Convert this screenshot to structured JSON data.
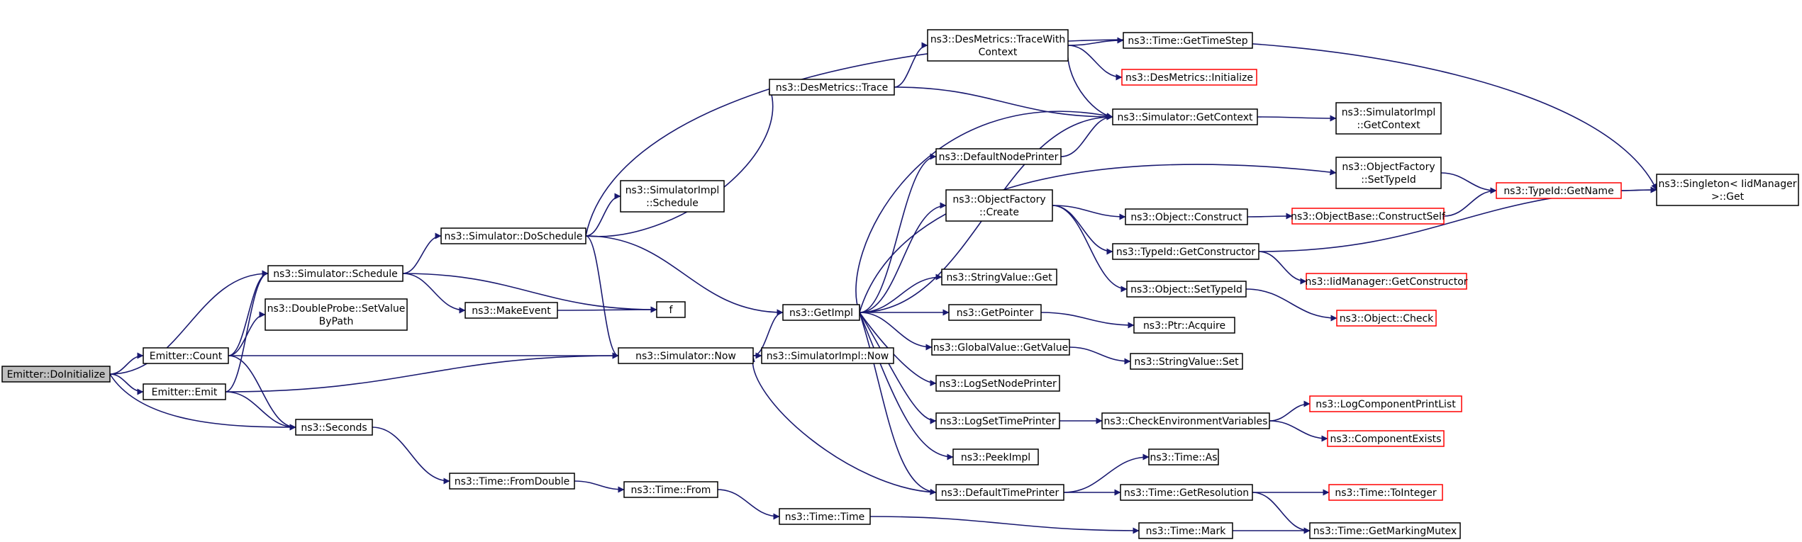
{
  "colors": {
    "edge": "#191970",
    "node_border": "#000000",
    "external_border": "#ff0000",
    "root_fill": "#bfbfbf",
    "node_fill": "#ffffff"
  },
  "nodes": {
    "emitter_doinitialize": {
      "lines": [
        "Emitter::DoInitialize"
      ],
      "style": "root"
    },
    "emitter_count": {
      "lines": [
        "Emitter::Count"
      ],
      "style": "normal"
    },
    "emitter_emit": {
      "lines": [
        "Emitter::Emit"
      ],
      "style": "normal"
    },
    "simulator_schedule": {
      "lines": [
        "ns3::Simulator::Schedule"
      ],
      "style": "normal"
    },
    "doubleprobe_setvaluebypath": {
      "lines": [
        "ns3::DoubleProbe::SetValue",
        "ByPath"
      ],
      "style": "normal"
    },
    "seconds": {
      "lines": [
        "ns3::Seconds"
      ],
      "style": "normal"
    },
    "simulator_doschedule": {
      "lines": [
        "ns3::Simulator::DoSchedule"
      ],
      "style": "normal"
    },
    "makeevent": {
      "lines": [
        "ns3::MakeEvent"
      ],
      "style": "normal"
    },
    "time_fromdouble": {
      "lines": [
        "ns3::Time::FromDouble"
      ],
      "style": "normal"
    },
    "simulatorimpl_schedule": {
      "lines": [
        "ns3::SimulatorImpl",
        "::Schedule"
      ],
      "style": "normal"
    },
    "simulator_now": {
      "lines": [
        "ns3::Simulator::Now"
      ],
      "style": "normal"
    },
    "f": {
      "lines": [
        "f"
      ],
      "style": "normal"
    },
    "time_from": {
      "lines": [
        "ns3::Time::From"
      ],
      "style": "normal"
    },
    "desmetrics_trace": {
      "lines": [
        "ns3::DesMetrics::Trace"
      ],
      "style": "normal"
    },
    "getimpl": {
      "lines": [
        "ns3::GetImpl"
      ],
      "style": "normal"
    },
    "simulatorimpl_now": {
      "lines": [
        "ns3::SimulatorImpl::Now"
      ],
      "style": "normal"
    },
    "time_time": {
      "lines": [
        "ns3::Time::Time"
      ],
      "style": "normal"
    },
    "desmetrics_tracewithcontext": {
      "lines": [
        "ns3::DesMetrics::TraceWith",
        "Context"
      ],
      "style": "normal"
    },
    "defaultnodeprinter": {
      "lines": [
        "ns3::DefaultNodePrinter"
      ],
      "style": "normal"
    },
    "objectfactory_create": {
      "lines": [
        "ns3::ObjectFactory",
        "::Create"
      ],
      "style": "normal"
    },
    "stringvalue_get": {
      "lines": [
        "ns3::StringValue::Get"
      ],
      "style": "normal"
    },
    "getpointer": {
      "lines": [
        "ns3::GetPointer"
      ],
      "style": "normal"
    },
    "globalvalue_getvalue": {
      "lines": [
        "ns3::GlobalValue::GetValue"
      ],
      "style": "normal"
    },
    "logsetnodeprinter": {
      "lines": [
        "ns3::LogSetNodePrinter"
      ],
      "style": "normal"
    },
    "logsettimeprinter": {
      "lines": [
        "ns3::LogSetTimePrinter"
      ],
      "style": "normal"
    },
    "peekimpl": {
      "lines": [
        "ns3::PeekImpl"
      ],
      "style": "normal"
    },
    "defaulttimeprinter": {
      "lines": [
        "ns3::DefaultTimePrinter"
      ],
      "style": "normal"
    },
    "time_gettimestep": {
      "lines": [
        "ns3::Time::GetTimeStep"
      ],
      "style": "normal"
    },
    "desmetrics_initialize": {
      "lines": [
        "ns3::DesMetrics::Initialize"
      ],
      "style": "external"
    },
    "simulator_getcontext": {
      "lines": [
        "ns3::Simulator::GetContext"
      ],
      "style": "normal"
    },
    "object_construct": {
      "lines": [
        "ns3::Object::Construct"
      ],
      "style": "normal"
    },
    "typeid_getconstructor": {
      "lines": [
        "ns3::TypeId::GetConstructor"
      ],
      "style": "normal"
    },
    "object_settypeid": {
      "lines": [
        "ns3::Object::SetTypeId"
      ],
      "style": "normal"
    },
    "ptr_acquire": {
      "lines": [
        "ns3::Ptr::Acquire"
      ],
      "style": "normal"
    },
    "stringvalue_set": {
      "lines": [
        "ns3::StringValue::Set"
      ],
      "style": "normal"
    },
    "checkenvironmentvariables": {
      "lines": [
        "ns3::CheckEnvironmentVariables"
      ],
      "style": "normal"
    },
    "time_as": {
      "lines": [
        "ns3::Time::As"
      ],
      "style": "normal"
    },
    "time_getresolution": {
      "lines": [
        "ns3::Time::GetResolution"
      ],
      "style": "normal"
    },
    "time_mark": {
      "lines": [
        "ns3::Time::Mark"
      ],
      "style": "normal"
    },
    "simulatorimpl_getcontext": {
      "lines": [
        "ns3::SimulatorImpl",
        "::GetContext"
      ],
      "style": "normal"
    },
    "objectfactory_settypeid": {
      "lines": [
        "ns3::ObjectFactory",
        "::SetTypeId"
      ],
      "style": "normal"
    },
    "objectbase_constructself": {
      "lines": [
        "ns3::ObjectBase::ConstructSelf"
      ],
      "style": "external"
    },
    "iidmanager_getconstructor": {
      "lines": [
        "ns3::IidManager::GetConstructor"
      ],
      "style": "external"
    },
    "object_check": {
      "lines": [
        "ns3::Object::Check"
      ],
      "style": "external"
    },
    "logcomponentprintlist": {
      "lines": [
        "ns3::LogComponentPrintList"
      ],
      "style": "external"
    },
    "componentexists": {
      "lines": [
        "ns3::ComponentExists"
      ],
      "style": "external"
    },
    "time_tointeger": {
      "lines": [
        "ns3::Time::ToInteger"
      ],
      "style": "external"
    },
    "time_getmarkingmutex": {
      "lines": [
        "ns3::Time::GetMarkingMutex"
      ],
      "style": "normal"
    },
    "typeid_getname": {
      "lines": [
        "ns3::TypeId::GetName"
      ],
      "style": "external"
    },
    "singleton_iidmanager_get": {
      "lines": [
        "ns3::Singleton< IidManager",
        " >::Get"
      ],
      "style": "normal"
    }
  },
  "edges": [
    [
      "emitter_doinitialize",
      "simulator_schedule"
    ],
    [
      "emitter_doinitialize",
      "emitter_count"
    ],
    [
      "emitter_doinitialize",
      "emitter_emit"
    ],
    [
      "emitter_doinitialize",
      "seconds"
    ],
    [
      "emitter_count",
      "simulator_schedule"
    ],
    [
      "emitter_count",
      "doubleprobe_setvaluebypath"
    ],
    [
      "emitter_count",
      "simulator_now"
    ],
    [
      "emitter_count",
      "seconds"
    ],
    [
      "emitter_emit",
      "simulator_schedule"
    ],
    [
      "emitter_emit",
      "simulator_now"
    ],
    [
      "emitter_emit",
      "seconds"
    ],
    [
      "simulator_schedule",
      "simulator_doschedule"
    ],
    [
      "simulator_schedule",
      "makeevent"
    ],
    [
      "simulator_schedule",
      "f"
    ],
    [
      "simulator_doschedule",
      "desmetrics_trace"
    ],
    [
      "simulator_doschedule",
      "simulatorimpl_schedule"
    ],
    [
      "simulator_doschedule",
      "simulator_now"
    ],
    [
      "simulator_doschedule",
      "getimpl"
    ],
    [
      "simulator_doschedule",
      "singleton_iidmanager_get"
    ],
    [
      "makeevent",
      "f"
    ],
    [
      "seconds",
      "time_fromdouble"
    ],
    [
      "time_fromdouble",
      "time_from"
    ],
    [
      "time_from",
      "time_time"
    ],
    [
      "time_time",
      "time_mark"
    ],
    [
      "simulator_now",
      "getimpl"
    ],
    [
      "simulator_now",
      "simulatorimpl_now"
    ],
    [
      "desmetrics_trace",
      "desmetrics_tracewithcontext"
    ],
    [
      "desmetrics_trace",
      "simulator_getcontext"
    ],
    [
      "desmetrics_tracewithcontext",
      "time_gettimestep"
    ],
    [
      "desmetrics_tracewithcontext",
      "desmetrics_initialize"
    ],
    [
      "desmetrics_tracewithcontext",
      "simulator_getcontext"
    ],
    [
      "getimpl",
      "simulator_getcontext"
    ],
    [
      "getimpl",
      "defaultnodeprinter"
    ],
    [
      "getimpl",
      "objectfactory_settypeid"
    ],
    [
      "getimpl",
      "objectfactory_create"
    ],
    [
      "getimpl",
      "stringvalue_get"
    ],
    [
      "getimpl",
      "getpointer"
    ],
    [
      "getimpl",
      "globalvalue_getvalue"
    ],
    [
      "getimpl",
      "logsetnodeprinter"
    ],
    [
      "getimpl",
      "logsettimeprinter"
    ],
    [
      "getimpl",
      "peekimpl"
    ],
    [
      "getimpl",
      "defaulttimeprinter"
    ],
    [
      "defaulttimeprinter",
      "simulator_now"
    ],
    [
      "defaulttimeprinter",
      "time_as"
    ],
    [
      "defaulttimeprinter",
      "time_getresolution"
    ],
    [
      "simulator_getcontext",
      "getimpl"
    ],
    [
      "simulator_getcontext",
      "simulatorimpl_getcontext"
    ],
    [
      "defaultnodeprinter",
      "simulator_getcontext"
    ],
    [
      "objectfactory_create",
      "object_construct"
    ],
    [
      "objectfactory_create",
      "typeid_getconstructor"
    ],
    [
      "objectfactory_create",
      "object_settypeid"
    ],
    [
      "object_construct",
      "objectbase_constructself"
    ],
    [
      "objectbase_constructself",
      "typeid_getname"
    ],
    [
      "typeid_getconstructor",
      "iidmanager_getconstructor"
    ],
    [
      "typeid_getconstructor",
      "singleton_iidmanager_get"
    ],
    [
      "object_settypeid",
      "object_check"
    ],
    [
      "objectfactory_settypeid",
      "typeid_getname"
    ],
    [
      "typeid_getname",
      "singleton_iidmanager_get"
    ],
    [
      "getpointer",
      "ptr_acquire"
    ],
    [
      "globalvalue_getvalue",
      "stringvalue_set"
    ],
    [
      "logsettimeprinter",
      "checkenvironmentvariables"
    ],
    [
      "checkenvironmentvariables",
      "logcomponentprintlist"
    ],
    [
      "checkenvironmentvariables",
      "componentexists"
    ],
    [
      "time_getresolution",
      "time_tointeger"
    ],
    [
      "time_getresolution",
      "time_getmarkingmutex"
    ],
    [
      "time_mark",
      "time_getmarkingmutex"
    ]
  ]
}
